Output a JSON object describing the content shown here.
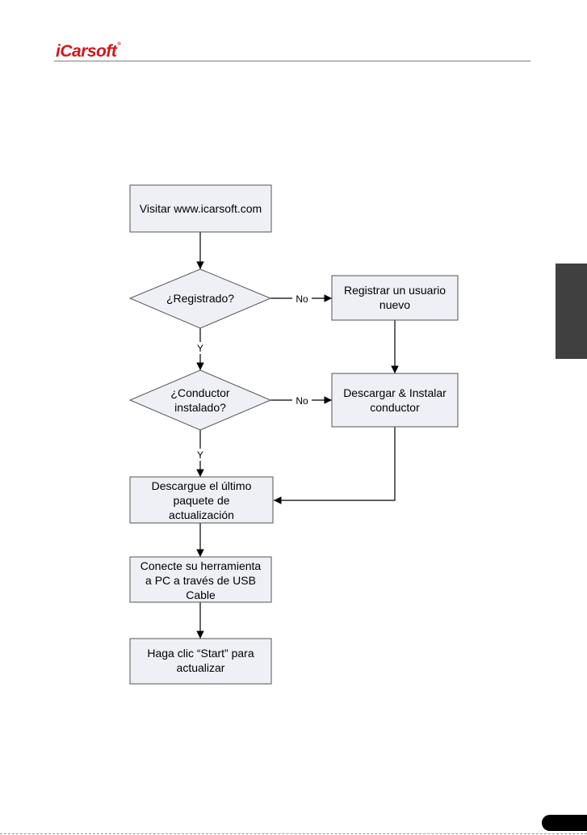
{
  "brand": {
    "name_i": "i",
    "name_rest": "Carsoft",
    "registered_mark": "®"
  },
  "colors": {
    "brand_red": "#d7141a",
    "box_fill": "#eef0f6",
    "box_stroke": "#555555",
    "line": "#000000",
    "side_tab": "#404040"
  },
  "flowchart": {
    "nodes": {
      "visit": {
        "lines": [
          "Visitar www.icarsoft.com"
        ]
      },
      "registered": {
        "lines": [
          "¿Registrado?"
        ]
      },
      "register_user": {
        "lines": [
          "Registrar un usuario",
          "nuevo"
        ]
      },
      "driver_installed": {
        "lines": [
          "¿Conductor",
          "instalado?"
        ]
      },
      "download_driver": {
        "lines": [
          "Descargar & Instalar",
          "conductor"
        ]
      },
      "download_package": {
        "lines": [
          "Descargue el último",
          "paquete de",
          "actualización"
        ]
      },
      "connect_tool": {
        "lines": [
          "Conecte su herramienta",
          "a PC a través de USB",
          "Cable"
        ]
      },
      "click_start": {
        "lines": [
          "Haga clic “Start” para",
          "actualizar"
        ]
      }
    },
    "edges": {
      "registered_no": "No",
      "registered_yes": "Y",
      "driver_no": "No",
      "driver_yes": "Y"
    }
  }
}
